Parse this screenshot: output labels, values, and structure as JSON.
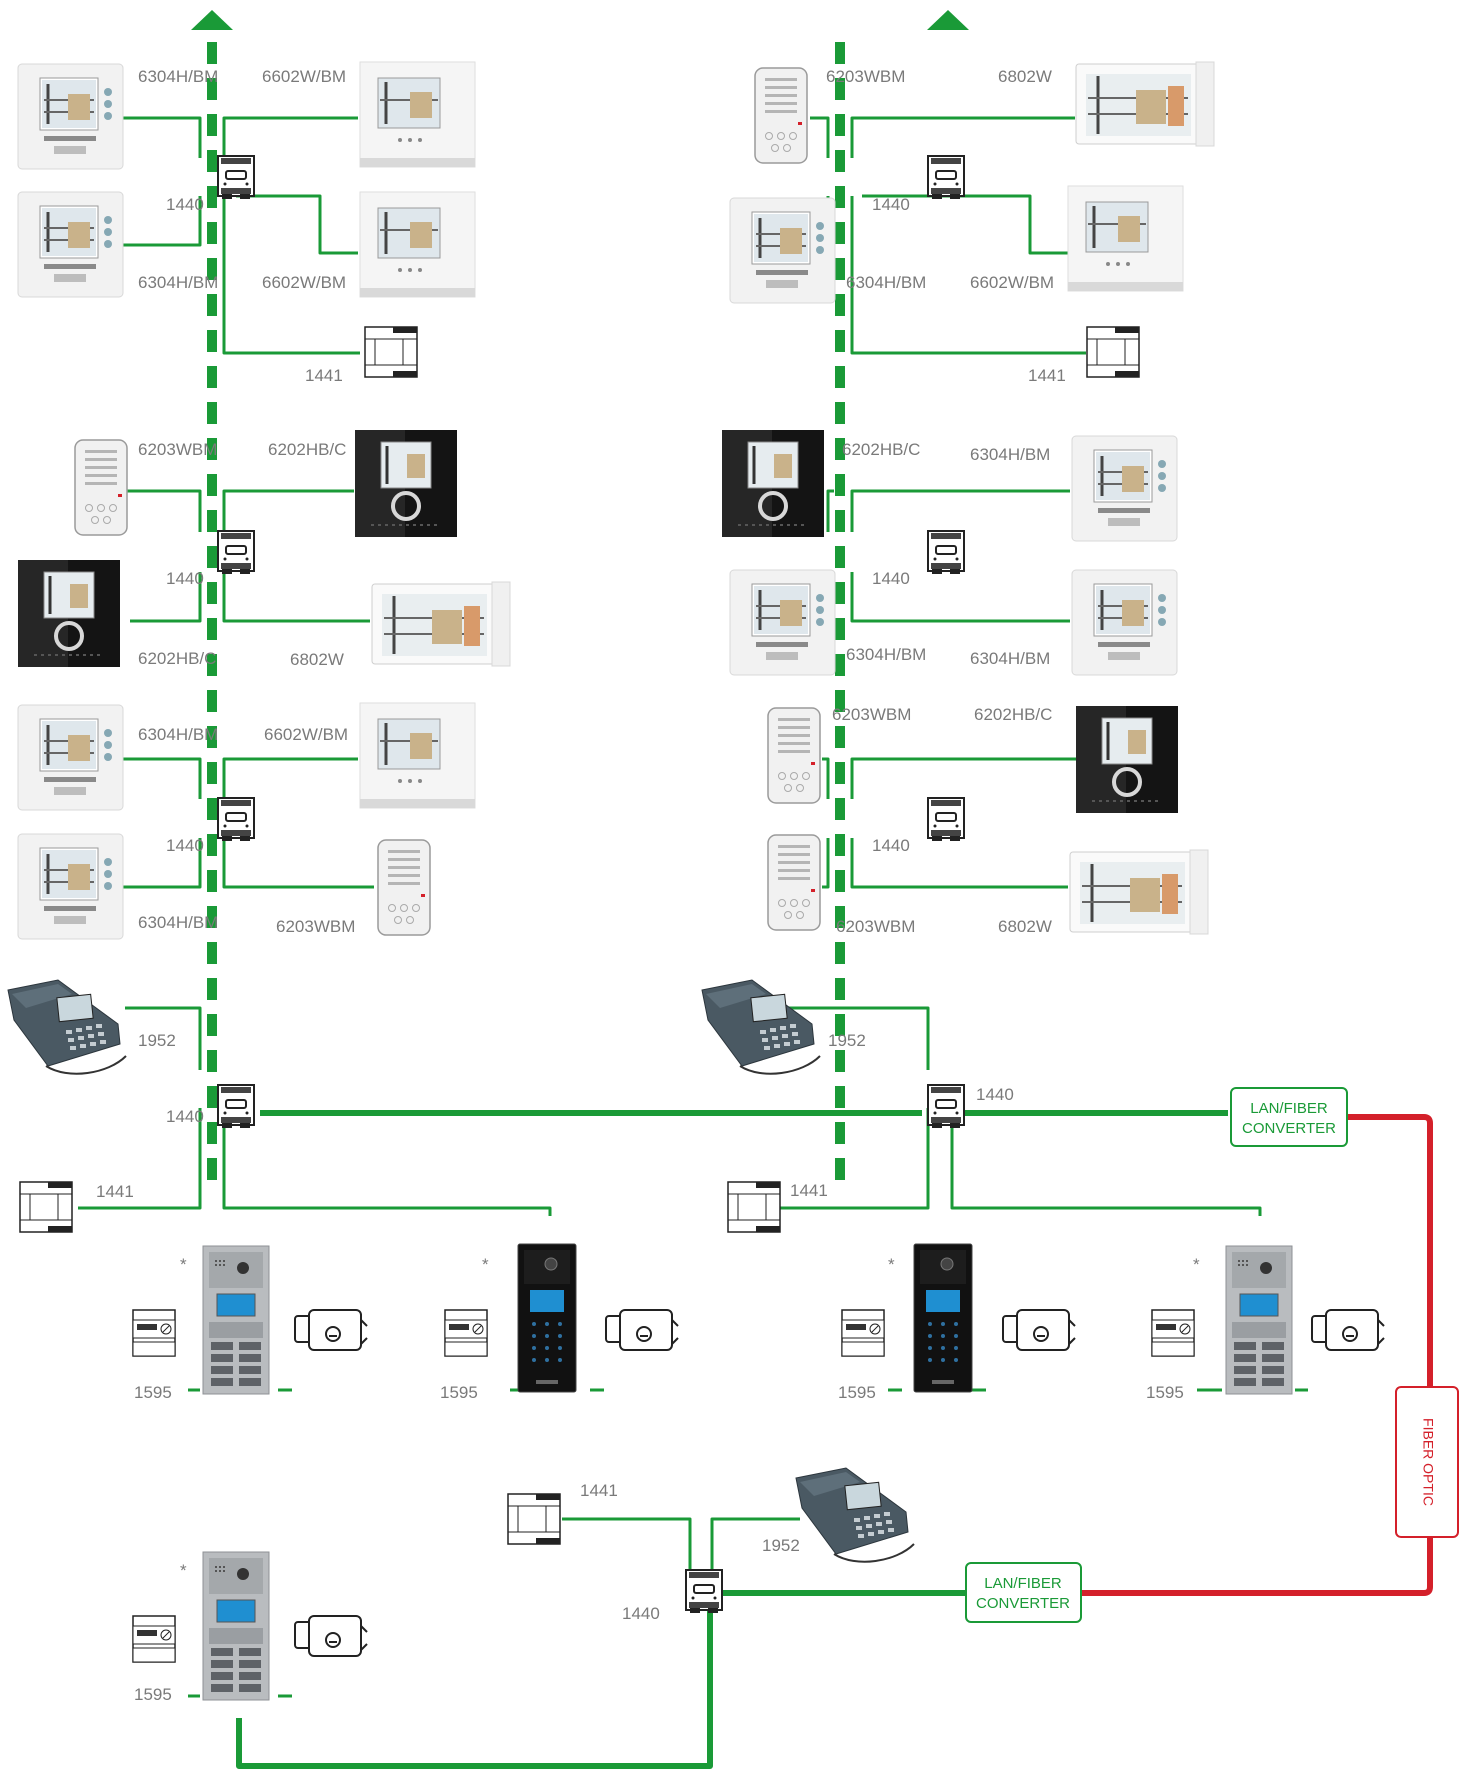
{
  "colors": {
    "green": "#1a9a37",
    "red": "#d4202a",
    "label": "#7a7a7a"
  },
  "labels": {
    "m6304": "6304H/BM",
    "m6602": "6602W/BM",
    "m6203": "6203WBM",
    "m6202": "6202HB/C",
    "m6802": "6802W",
    "sw1440": "1440",
    "ps1441": "1441",
    "ps1595": "1595",
    "ph1952": "1952",
    "star": "*"
  },
  "converter": {
    "line1": "LAN/FIBER",
    "line2": "CONVERTER"
  },
  "fiber": "FIBER OPTIC",
  "icons": {
    "arrow": "up-arrow-icon",
    "switch": "network-switch-icon",
    "monitor_white": "video-monitor-icon",
    "monitor_black": "video-monitor-black-icon",
    "handset": "intercom-handset-icon",
    "tablet": "touch-monitor-icon",
    "power": "power-supply-icon",
    "relay": "door-relay-icon",
    "lock": "door-lock-icon",
    "panel": "entrance-panel-icon",
    "phone": "ip-phone-icon"
  }
}
